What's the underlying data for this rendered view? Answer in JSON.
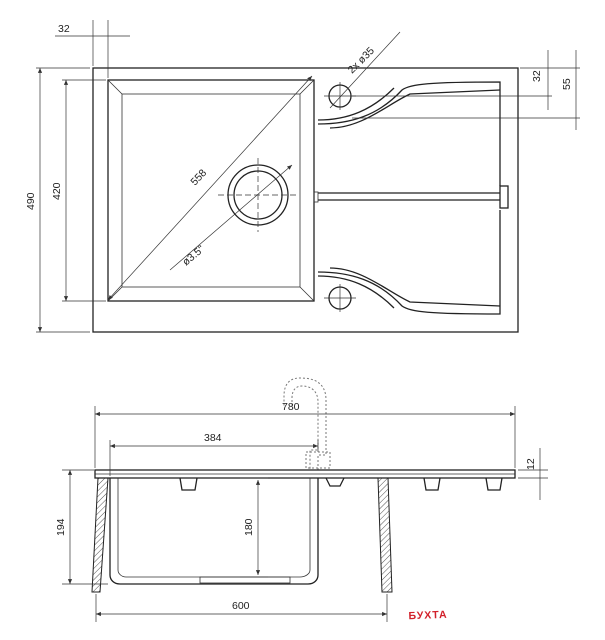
{
  "top_view": {
    "dims": {
      "offset_left": "32",
      "holes": "2x ø35",
      "offset_top": "32",
      "offset_top2": "55",
      "bowl_diagonal": "558",
      "drain": "ø3.5\"",
      "overall_height": "490",
      "bowl_height": "420"
    }
  },
  "side_view": {
    "dims": {
      "overall_width": "780",
      "bowl_width": "384",
      "rim": "12",
      "bowl_depth": "180",
      "overall_depth": "194",
      "cabinet": "600"
    }
  },
  "logo": {
    "text": "БУХТА",
    "color": "#d2202a"
  }
}
